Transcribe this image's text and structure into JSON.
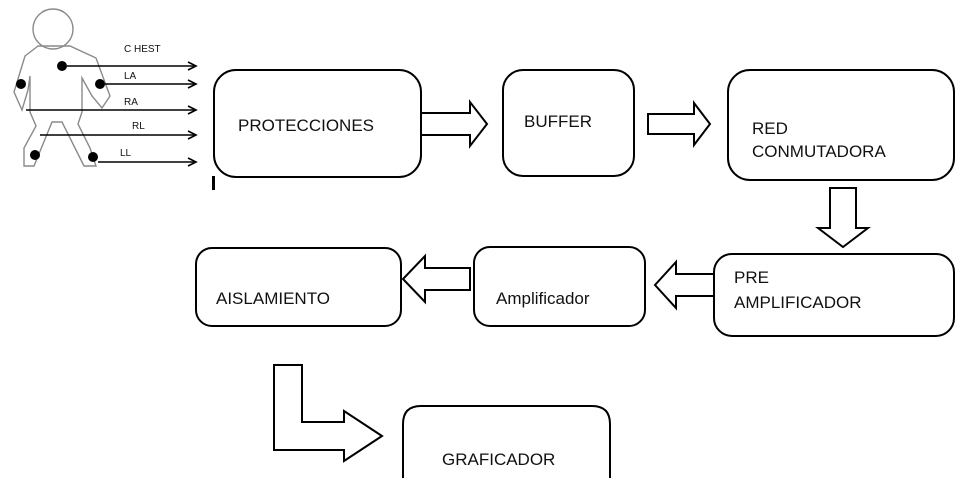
{
  "leads": {
    "chest": "C HEST",
    "la": "LA",
    "ra": "RA",
    "rl": "RL",
    "ll": "LL"
  },
  "blocks": {
    "protecciones": "PROTECCIONES",
    "buffer": "BUFFER",
    "red_line1": "RED",
    "red_line2": "CONMUTADORA",
    "pre_line1": "PRE",
    "pre_line2": "AMPLIFICADOR",
    "amplificador": "Amplificador",
    "aislamiento": "AISLAMIENTO",
    "graficador": "GRAFICADOR"
  },
  "colors": {
    "stroke": "#000000",
    "figure": "#8a8a8a",
    "background": "#ffffff"
  }
}
